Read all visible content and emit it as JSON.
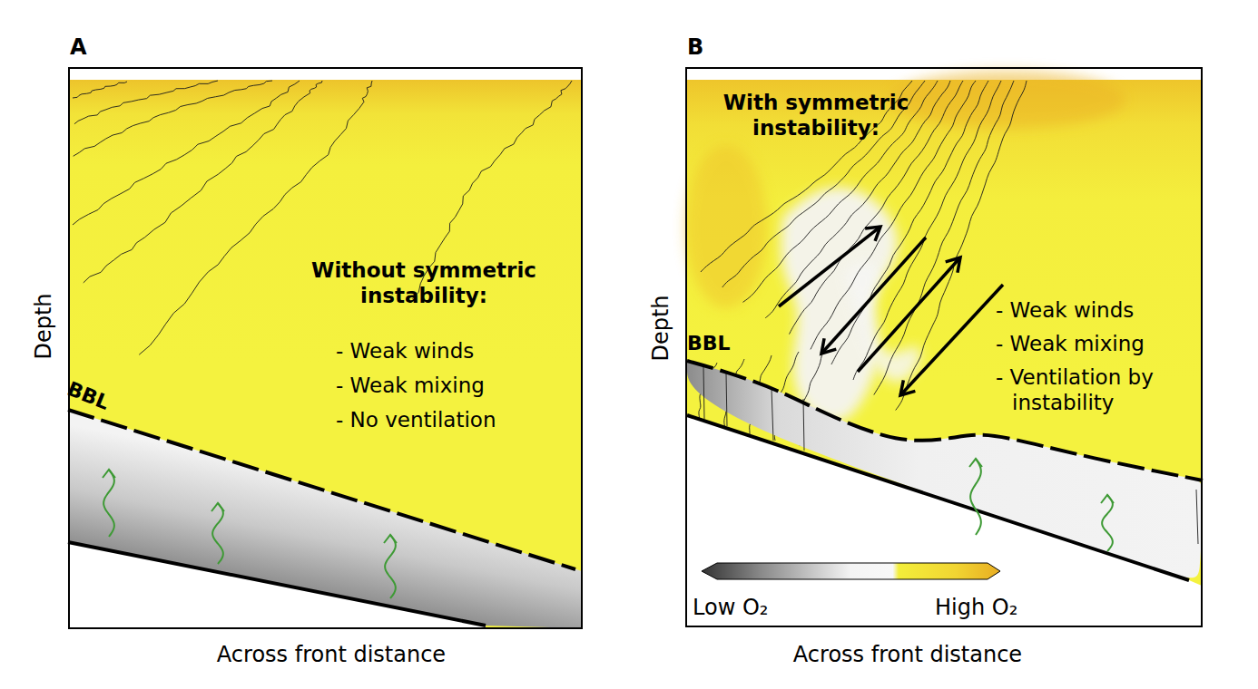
{
  "diagram": {
    "nodes": [
      {
        "text": [
          "A",
          "Without symmetric instability:",
          "- Weak winds",
          "- Weak mixing",
          "- No ventilation"
        ]
      },
      {
        "text": [
          "B",
          "With symmetric instability:",
          "- Weak winds",
          "- Weak mixing",
          "- Ventilation by instability"
        ]
      }
    ],
    "labels": [
      "BBL",
      "Depth",
      "Across front distance",
      "BBL",
      "Depth",
      "Across front distance",
      "Low O₂",
      "High O₂"
    ]
  }
}
